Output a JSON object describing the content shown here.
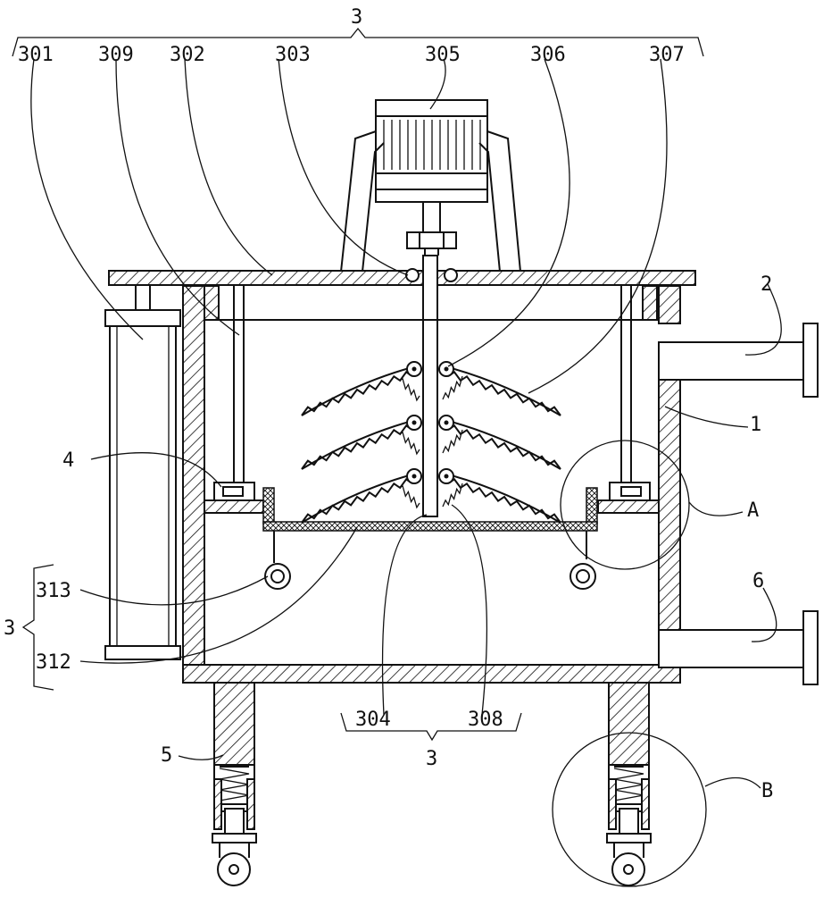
{
  "labels": {
    "top_group": "3",
    "l301": "301",
    "l309": "309",
    "l302": "302",
    "l303": "303",
    "l305": "305",
    "l306": "306",
    "l307": "307",
    "l2": "2",
    "l1": "1",
    "l4": "4",
    "lA": "A",
    "l6": "6",
    "l313": "313",
    "left_group": "3",
    "l312": "312",
    "l304": "304",
    "l308": "308",
    "bottom_group": "3",
    "l5": "5",
    "lB": "B"
  }
}
